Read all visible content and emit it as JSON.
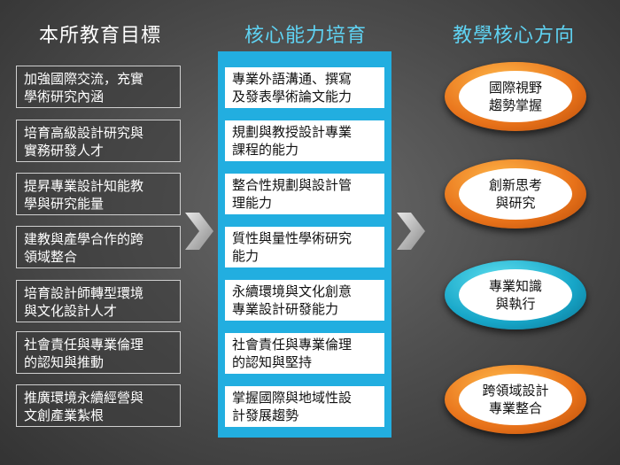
{
  "titles": {
    "left": "本所教育目標",
    "middle": "核心能力培育",
    "right": "教學核心方向"
  },
  "goals": [
    [
      "加強國際交流，充實",
      "學術研究內涵"
    ],
    [
      "培育高級設計研究與",
      "實務研發人才"
    ],
    [
      "提昇專業設計知能教",
      "學與研究能量"
    ],
    [
      "建教與產學合作的跨",
      "領域整合"
    ],
    [
      "培育設計師轉型環境",
      "與文化設計人才"
    ],
    [
      "社會責任與專業倫理",
      "的認知與推動"
    ],
    [
      "推廣環境永續經營與",
      "文創產業紮根"
    ]
  ],
  "abilities": [
    [
      "專業外語溝通、撰寫",
      "及發表學術論文能力"
    ],
    [
      "規劃與教授設計專業",
      "課程的能力"
    ],
    [
      "整合性規劃與設計管",
      "理能力"
    ],
    [
      "質性與量性學術研究",
      "能力"
    ],
    [
      "永續環境與文化創意",
      "專業設計研發能力"
    ],
    [
      "社會責任與專業倫理",
      "的認知與堅持"
    ],
    [
      "掌握國際與地域性設",
      "計發展趨勢"
    ]
  ],
  "directions": [
    [
      "國際視野",
      "趨勢掌握"
    ],
    [
      "創新思考",
      "與研究"
    ],
    [
      "專業知識",
      "與執行"
    ],
    [
      "跨領域設計",
      "專業整合"
    ]
  ],
  "colors": {
    "accent_title": "#5fd3f3",
    "panel": "#22aee0",
    "orange": "#e8721a",
    "teal": "#17a6c8"
  }
}
